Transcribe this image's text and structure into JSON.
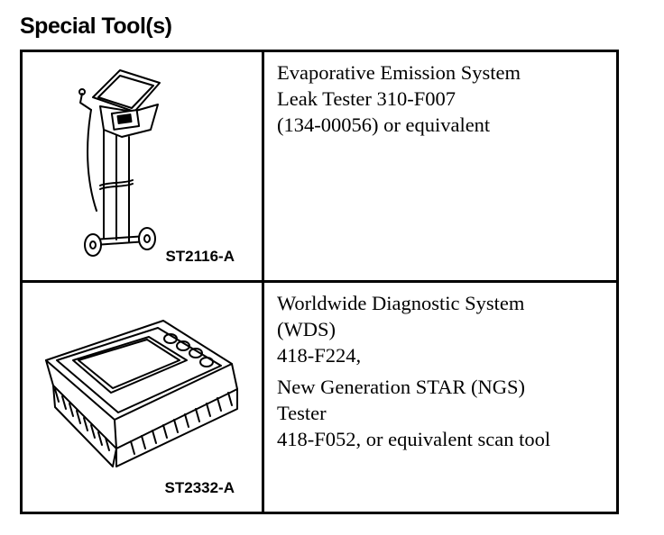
{
  "page": {
    "title": "Special Tool(s)"
  },
  "tools": [
    {
      "illustration": "emission-leak-tester-cart",
      "part_number": "ST2116-A",
      "lines": [
        "Evaporative Emission System",
        "Leak Tester 310-F007",
        "(134-00056) or equivalent"
      ]
    },
    {
      "illustration": "wds-handheld-scanner",
      "part_number": "ST2332-A",
      "lines": [
        "Worldwide Diagnostic System",
        "(WDS)",
        "418-F224,",
        "",
        "New Generation STAR (NGS)",
        "Tester",
        "418-F052, or equivalent scan tool"
      ]
    }
  ]
}
